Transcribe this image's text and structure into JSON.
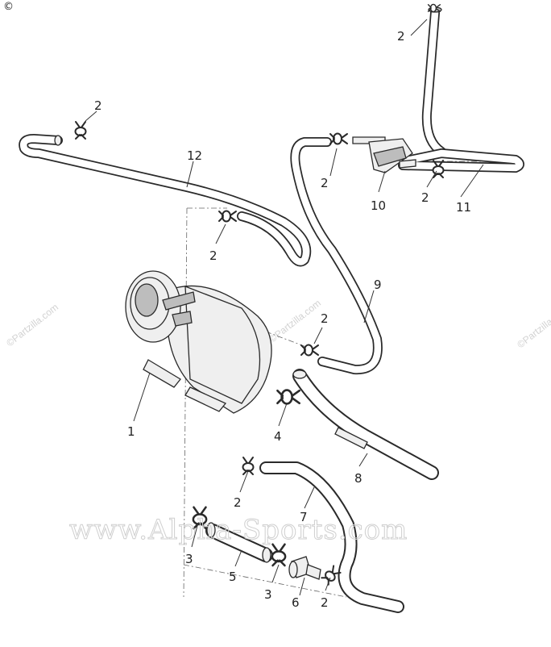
{
  "copyright_mark": "©",
  "watermarks": {
    "main": "www.Alpha-Sports.com",
    "site": "©Partzilla.com"
  },
  "callouts": [
    {
      "id": "c1",
      "label": "1"
    },
    {
      "id": "c2a",
      "label": "2"
    },
    {
      "id": "c2b",
      "label": "2"
    },
    {
      "id": "c2c",
      "label": "2"
    },
    {
      "id": "c2d",
      "label": "2"
    },
    {
      "id": "c2e",
      "label": "2"
    },
    {
      "id": "c2f",
      "label": "2"
    },
    {
      "id": "c2g",
      "label": "2"
    },
    {
      "id": "c2h",
      "label": "2"
    },
    {
      "id": "c3a",
      "label": "3"
    },
    {
      "id": "c3b",
      "label": "3"
    },
    {
      "id": "c4",
      "label": "4"
    },
    {
      "id": "c5",
      "label": "5"
    },
    {
      "id": "c6",
      "label": "6"
    },
    {
      "id": "c7",
      "label": "7"
    },
    {
      "id": "c8",
      "label": "8"
    },
    {
      "id": "c9",
      "label": "9"
    },
    {
      "id": "c10",
      "label": "10"
    },
    {
      "id": "c11",
      "label": "11"
    },
    {
      "id": "c12",
      "label": "12"
    }
  ],
  "colors": {
    "line": "#2a2a2a",
    "background": "#ffffff",
    "watermark": "#cfcfcf"
  }
}
